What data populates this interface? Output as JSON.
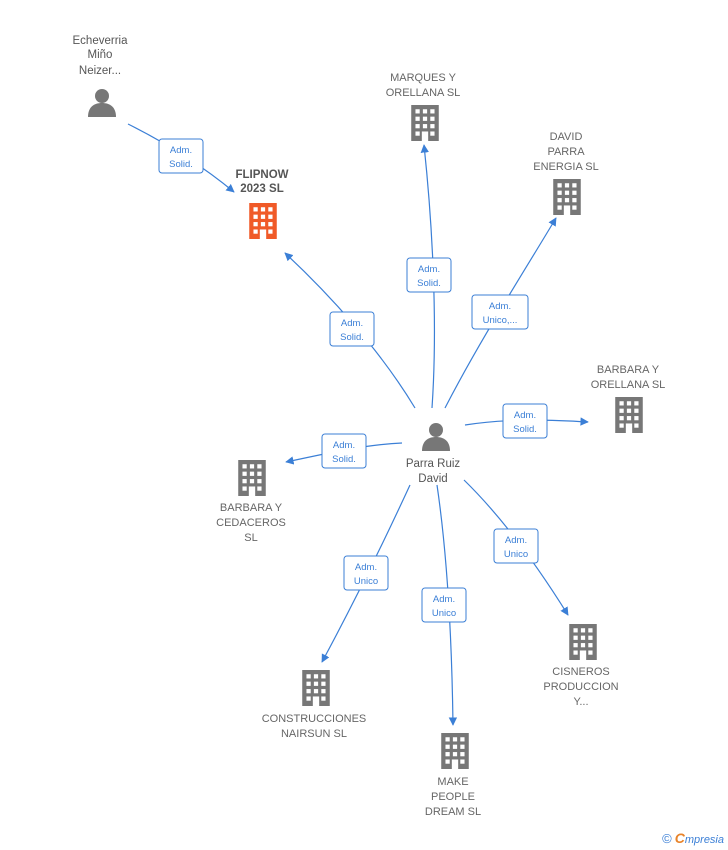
{
  "colors": {
    "edge": "#3b7fd6",
    "company": "#777777",
    "main_company": "#f05a28",
    "person": "#777777"
  },
  "nodes": {
    "center": {
      "label": [
        "Parra Ruiz",
        "David"
      ],
      "icon": "person-icon"
    },
    "echeverria": {
      "label": [
        "Echeverria",
        "Miño",
        "Neizer..."
      ],
      "icon": "person-icon"
    },
    "flipnow": {
      "label": [
        "FLIPNOW",
        "2023  SL"
      ],
      "icon": "building-icon"
    },
    "marques": {
      "label": [
        "MARQUES Y",
        "ORELLANA  SL"
      ],
      "icon": "building-icon"
    },
    "david_parra": {
      "label": [
        "DAVID",
        "PARRA",
        "ENERGIA  SL"
      ],
      "icon": "building-icon"
    },
    "barbara_orellana": {
      "label": [
        "BARBARA Y",
        "ORELLANA  SL"
      ],
      "icon": "building-icon"
    },
    "barbara_cedaceros": {
      "label": [
        "BARBARA Y",
        "CEDACEROS",
        "SL"
      ],
      "icon": "building-icon"
    },
    "construcciones": {
      "label": [
        "CONSTRUCCIONES",
        "NAIRSUN SL"
      ],
      "icon": "building-icon"
    },
    "make_people": {
      "label": [
        "MAKE",
        "PEOPLE",
        "DREAM  SL"
      ],
      "icon": "building-icon"
    },
    "cisneros": {
      "label": [
        "CISNEROS",
        "PRODUCCION",
        "Y..."
      ],
      "icon": "building-icon"
    }
  },
  "edges": {
    "echeverria_flipnow": [
      "Adm.",
      "Solid."
    ],
    "center_flipnow": [
      "Adm.",
      "Solid."
    ],
    "center_marques": [
      "Adm.",
      "Solid."
    ],
    "center_david_parra": [
      "Adm.",
      "Unico,..."
    ],
    "center_barbara_orellana": [
      "Adm.",
      "Solid."
    ],
    "center_barbara_cedaceros": [
      "Adm.",
      "Solid."
    ],
    "center_construcciones": [
      "Adm.",
      "Unico"
    ],
    "center_make_people": [
      "Adm.",
      "Unico"
    ],
    "center_cisneros": [
      "Adm.",
      "Unico"
    ]
  },
  "footer": {
    "copyright": "©",
    "brand_initial": "C",
    "brand_rest": "mpresia"
  }
}
